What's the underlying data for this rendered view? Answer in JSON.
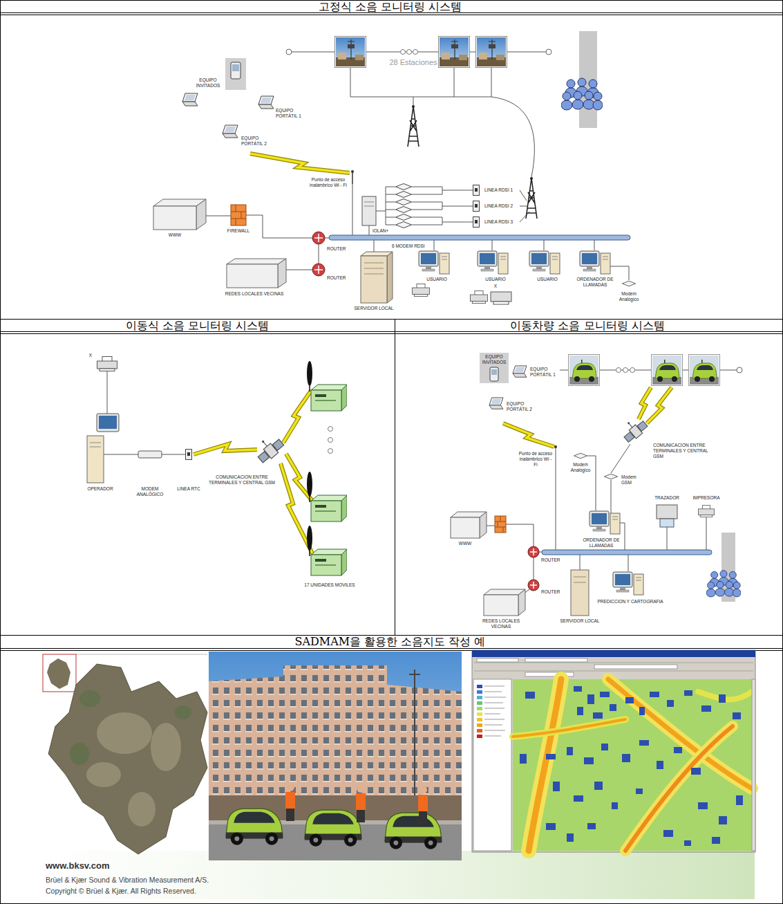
{
  "diagram": {
    "labels": [
      "고정식 소음 모니터링 시스템",
      "EQUIPO INVITADOS",
      "28 Estaciones",
      "EQUIPO PORTÁTIL 1",
      "EQUIPO PORTÁTIL 2",
      "Punto de acceso inalámbrico Wi - Fi",
      "LINEA RDSI 1",
      "LINEA RDSI 2",
      "LINEA RDSI 3",
      "IOLAN+",
      "6 MODEM RDSI",
      "WWW",
      "FIREWALL",
      "ROUTER",
      "ROUTER",
      "REDES LOCALES VECINAS",
      "SERVIDOR LOCAL",
      "USUARIO",
      "USUARIO",
      "X",
      "USUARIO",
      "ORDENADOR DE LLAMADAS",
      "Modem Analógico",
      "이동식 소음 모니터링 시스템",
      "이동차량 소음 모니터링 시스템",
      "X",
      "OPERADOR",
      "MODEM ANALÓGICO",
      "LINEA RTC",
      "COMUNICACION ENTRE TERMINALES Y CENTRAL GSM",
      "17 UNIDADES MOVILES",
      "EQUIPO INVITADOS",
      "EQUIPO PORTÁTIL 1",
      "EQUIPO PORTÁTIL 2",
      "Punto de acceso inalámbrico Wi - Fi",
      "COMUNICACION ENTRE TERMINALES Y CENTRAL GSM",
      "Modem Analógico",
      "Modem GSM",
      "TRAZADOR",
      "IMPRESORA",
      "WWW",
      "ROUTER",
      "ORDENADOR DE LLAMADAS",
      "ROUTER",
      "REDES LOCALES VECINAS",
      "SERVIDOR LOCAL",
      "PREDICCION Y CARTOGRAFIA",
      "SADMAM을 활용한 소음지도 작성 예",
      "www.bksv.com",
      "Brüel & Kjær Sound & Vibration Measurement A/S.",
      "Copyright © Brüel & Kjær. All Rights Reserved."
    ]
  }
}
